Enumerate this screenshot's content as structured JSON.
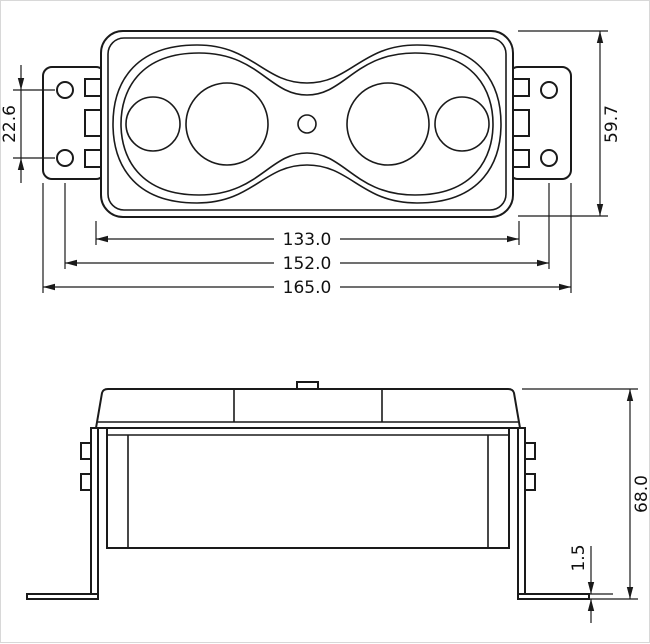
{
  "page": {
    "background": "#ffffff",
    "line_color": "#1a1a1a"
  },
  "top_view": {
    "dims": {
      "hole_spacing": "22.6",
      "body_height": "59.7",
      "lens_width": "133.0",
      "hole_pitch": "152.0",
      "overall_width": "165.0"
    }
  },
  "front_view": {
    "dims": {
      "overall_height": "68.0",
      "foot_thickness": "1.5"
    }
  }
}
